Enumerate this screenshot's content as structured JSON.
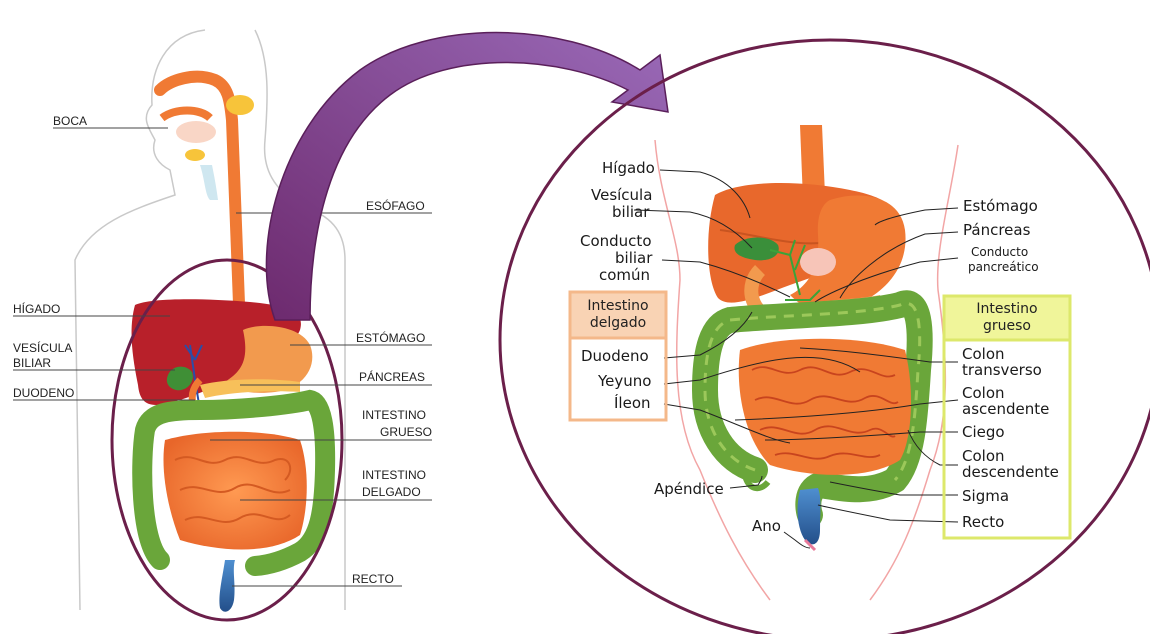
{
  "left_labels": {
    "boca": "BOCA",
    "esofago": "ESÓFAGO",
    "higado": "HÍGADO",
    "vesicula_1": "VESÍCULA",
    "vesicula_2": "BILIAR",
    "duodeno": "DUODENO",
    "estomago": "ESTÓMAGO",
    "pancreas": "PÁNCREAS",
    "int_grueso_1": "INTESTINO",
    "int_grueso_2": "GRUESO",
    "int_delgado_1": "INTESTINO",
    "int_delgado_2": "DELGADO",
    "recto": "RECTO"
  },
  "right_labels": {
    "higado": "Hígado",
    "vesicula_1": "Vesícula",
    "vesicula_2": "biliar",
    "conducto_1": "Conducto",
    "conducto_2": "biliar",
    "conducto_3": "común",
    "estomago": "Estómago",
    "pancreas": "Páncreas",
    "conducto_pan_1": "Conducto",
    "conducto_pan_2": "pancreático",
    "delgado_title_1": "Intestino",
    "delgado_title_2": "delgado",
    "duodeno": "Duodeno",
    "yeyuno": "Yeyuno",
    "ileon": "Íleon",
    "grueso_title_1": "Intestino",
    "grueso_title_2": "grueso",
    "colon_trans_1": "Colon",
    "colon_trans_2": "transverso",
    "colon_asc_1": "Colon",
    "colon_asc_2": "ascendente",
    "ciego": "Ciego",
    "colon_desc_1": "Colon",
    "colon_desc_2": "descendente",
    "sigma": "Sigma",
    "recto": "Recto",
    "apendice": "Apéndice",
    "ano": "Ano"
  },
  "colors": {
    "circle_stroke": "#6b1f4a",
    "arrow_fill": "#7e3a7e",
    "liver": "#b8202a",
    "liver_right": "#e8682c",
    "stomach": "#f29a4e",
    "small_intestine": "#f07a34",
    "large_intestine": "#6aa63a",
    "rectum": "#3b6fb0",
    "esophagus": "#f07a34",
    "small_box_bg": "#f9d3b4",
    "small_box_border": "#f4b88a",
    "large_box_bg": "#f0f59a",
    "large_box_border": "#dde86b"
  }
}
